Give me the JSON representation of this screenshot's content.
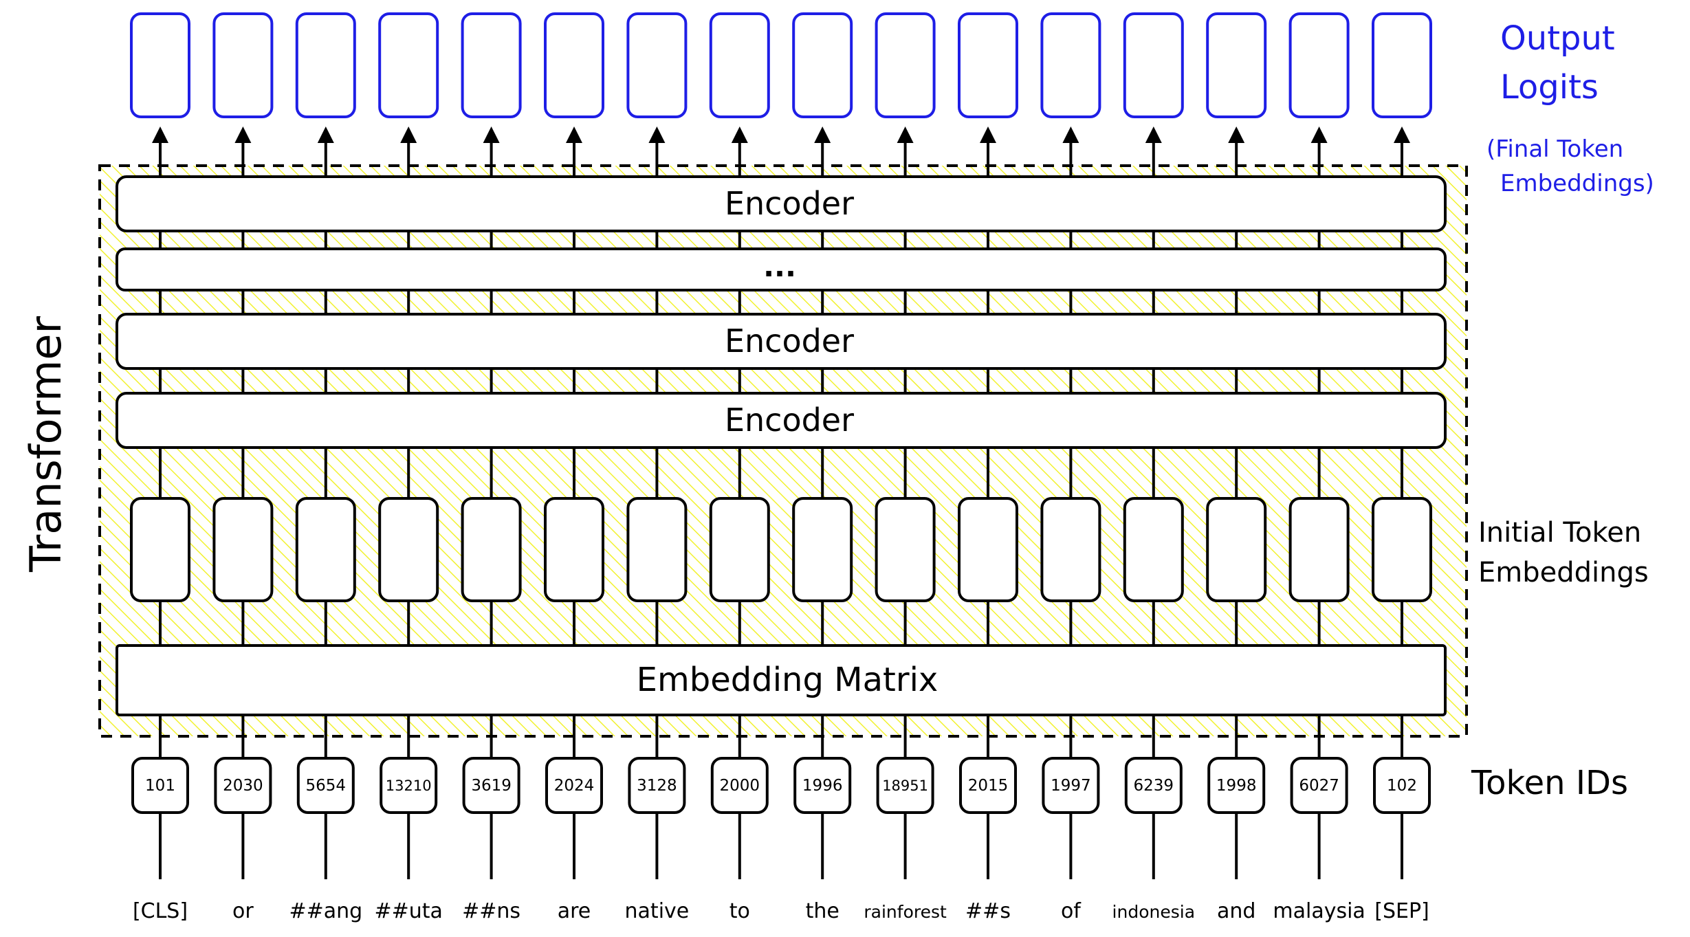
{
  "title": "Transformer",
  "layers": {
    "encoder_top": "Encoder",
    "ellipsis": "...",
    "encoder_mid": "Encoder",
    "encoder_bottom": "Encoder",
    "embedding_matrix": "Embedding Matrix"
  },
  "labels": {
    "output_line1": "Output",
    "output_line2": "Logits",
    "final_line1": "(Final Token",
    "final_line2": "Embeddings)",
    "initial_line1": "Initial Token",
    "initial_line2": "Embeddings",
    "token_ids": "Token IDs"
  },
  "tokens": [
    {
      "word": "[CLS]",
      "id": "101"
    },
    {
      "word": "or",
      "id": "2030"
    },
    {
      "word": "##ang",
      "id": "5654"
    },
    {
      "word": "##uta",
      "id": "13210"
    },
    {
      "word": "##ns",
      "id": "3619"
    },
    {
      "word": "are",
      "id": "2024"
    },
    {
      "word": "native",
      "id": "3128"
    },
    {
      "word": "to",
      "id": "2000"
    },
    {
      "word": "the",
      "id": "1996"
    },
    {
      "word": "rainforest",
      "id": "18951"
    },
    {
      "word": "##s",
      "id": "2015"
    },
    {
      "word": "of",
      "id": "1997"
    },
    {
      "word": "indonesia",
      "id": "6239"
    },
    {
      "word": "and",
      "id": "1998"
    },
    {
      "word": "malaysia",
      "id": "6027"
    },
    {
      "word": "[SEP]",
      "id": "102"
    }
  ],
  "colors": {
    "output": "#1e1ee6",
    "hatch": "#f2f230",
    "stroke": "#000000"
  }
}
